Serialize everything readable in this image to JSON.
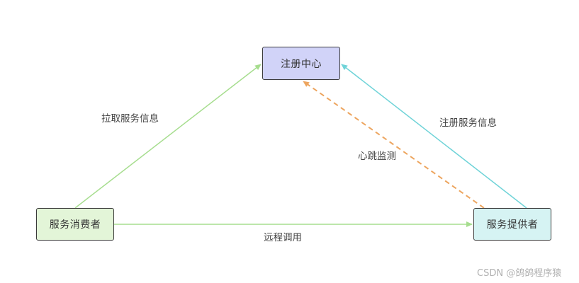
{
  "nodes": {
    "registry": {
      "label": "注册中心",
      "fill": "#d1d3f8"
    },
    "consumer": {
      "label": "服务消费者",
      "fill": "#e3f5d8"
    },
    "provider": {
      "label": "服务提供者",
      "fill": "#d6f3f3"
    }
  },
  "edges": {
    "pull": {
      "label": "拉取服务信息",
      "color": "#a6dd8e",
      "style": "solid"
    },
    "register": {
      "label": "注册服务信息",
      "color": "#6fd3d8",
      "style": "solid"
    },
    "heartbeat": {
      "label": "心跳监测",
      "color": "#eda55f",
      "style": "dashed"
    },
    "rpc": {
      "label": "远程调用",
      "color": "#a6dd8e",
      "style": "solid"
    }
  },
  "watermark": {
    "text": "CSDN @鸽鸽程序猿"
  }
}
